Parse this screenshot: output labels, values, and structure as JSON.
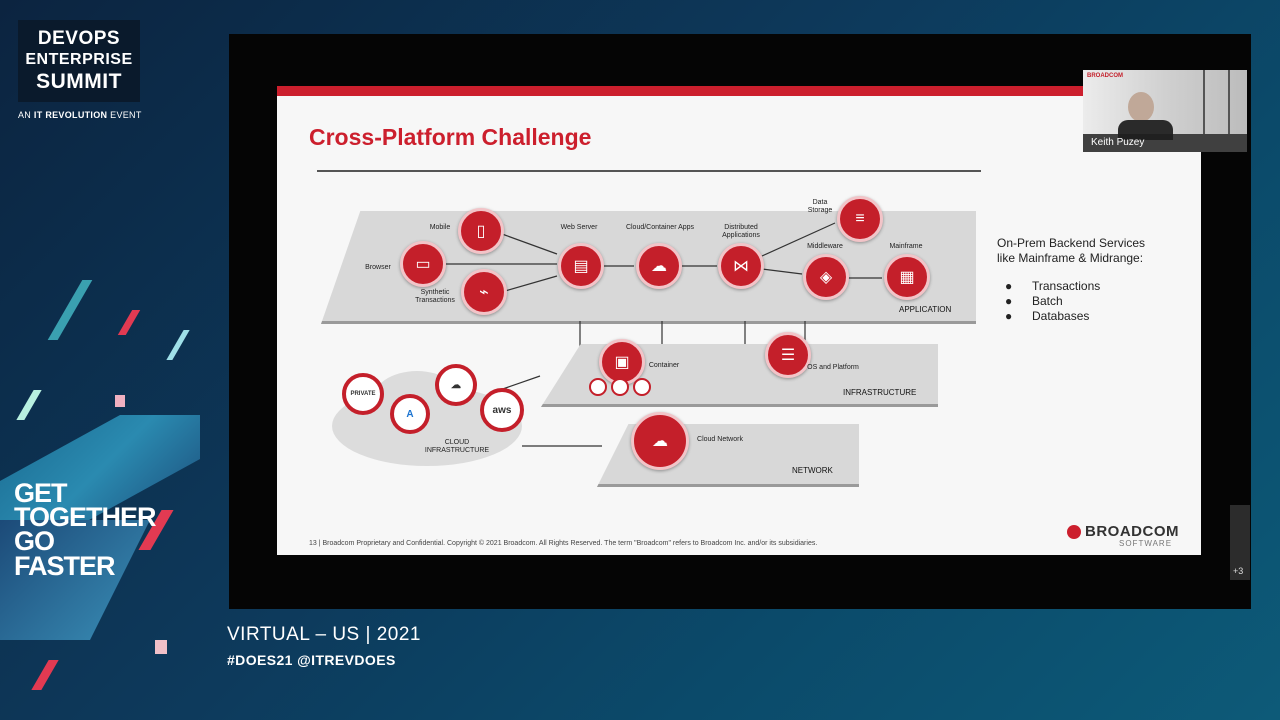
{
  "event": {
    "logo_line1": "DEVOPS",
    "logo_line2": "ENTERPRISE",
    "logo_line3": "SUMMIT",
    "subline_prefix": "AN",
    "subline_brand": "IT REVOLUTION",
    "subline_suffix": "EVENT",
    "slogan_1": "GET",
    "slogan_2": "TOGETHER",
    "slogan_3": "GO",
    "slogan_4": "FASTER",
    "virtual_line": "VIRTUAL – US | 2021",
    "hashtags": "#DOES21 @ITREVDOES"
  },
  "slide": {
    "title": "Cross-Platform Challenge",
    "labels": {
      "mobile": "Mobile",
      "browser": "Browser",
      "synthetic": "Synthetic Transactions",
      "web_server": "Web Server",
      "cloud_apps": "Cloud/Container Apps",
      "distributed": "Distributed Applications",
      "data_storage": "Data Storage",
      "middleware": "Middleware",
      "mainframe": "Mainframe",
      "application": "APPLICATION",
      "container": "Container",
      "os_platform": "OS and Platform",
      "infrastructure": "INFRASTRUCTURE",
      "private": "PRIVATE",
      "aws": "aws",
      "cloud_infra": "CLOUD INFRASTRUCTURE",
      "cloud_network": "Cloud Network",
      "network": "NETWORK"
    },
    "right_heading_1": "On-Prem Backend Services",
    "right_heading_2": "like Mainframe & Midrange:",
    "bullets": [
      "Transactions",
      "Batch",
      "Databases"
    ],
    "bullet_glyph": "●",
    "footer": "13   |   Broadcom Proprietary and Confidential.  Copyright © 2021 Broadcom.  All Rights Reserved. The term \"Broadcom\" refers to Broadcom Inc. and/or its subsidiaries.",
    "brand": "BROADCOM",
    "brand_sub": "SOFTWARE"
  },
  "speaker": {
    "badge": "BROADCOM",
    "name": "Keith Puzey"
  },
  "participants_more": "+3",
  "colors": {
    "accent_red": "#cc1f2d",
    "background_navy": "#0c2440"
  }
}
